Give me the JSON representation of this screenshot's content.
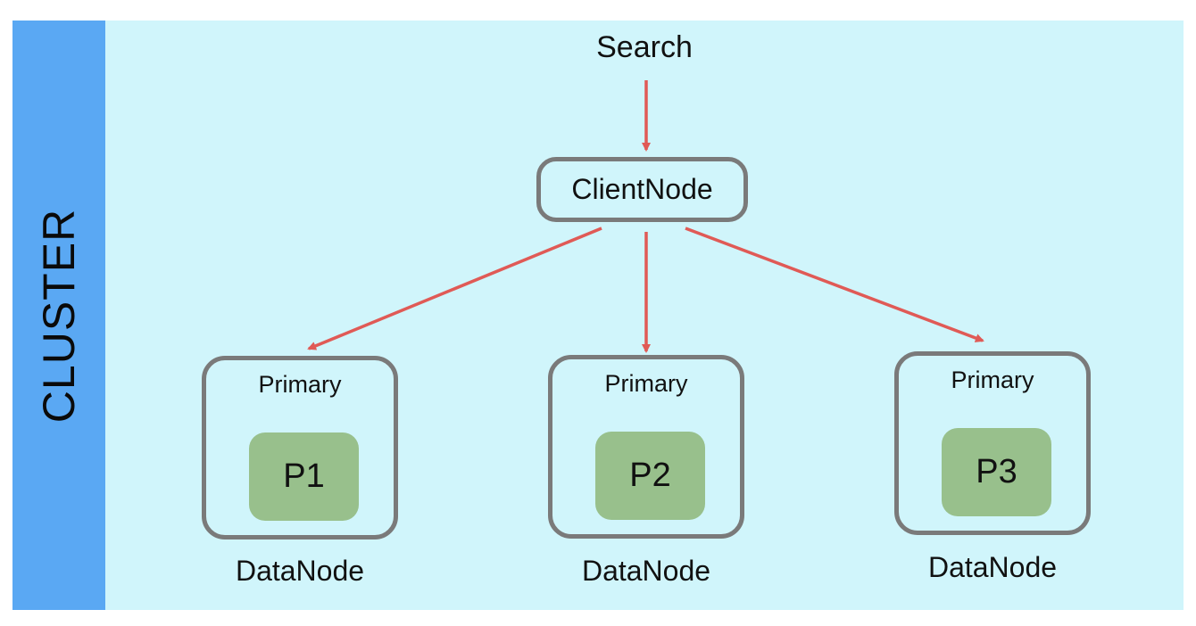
{
  "cluster_label": "CLUSTER",
  "search_label": "Search",
  "client_node_label": "ClientNode",
  "data_nodes": [
    {
      "primary_label": "Primary",
      "shard_label": "P1",
      "node_label": "DataNode"
    },
    {
      "primary_label": "Primary",
      "shard_label": "P2",
      "node_label": "DataNode"
    },
    {
      "primary_label": "Primary",
      "shard_label": "P3",
      "node_label": "DataNode"
    }
  ],
  "colors": {
    "cluster_bar": "#5aa8f3",
    "panel_background": "#d0f5fb",
    "node_border": "#7a7a7a",
    "shard_fill": "#98c08c",
    "arrow": "#e05a56"
  }
}
